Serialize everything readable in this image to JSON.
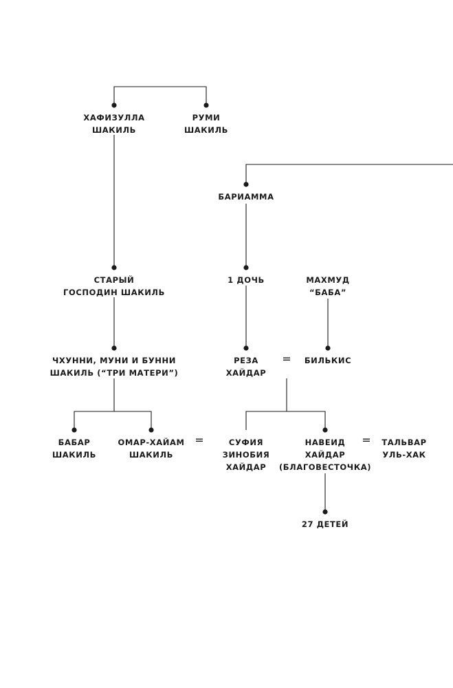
{
  "diagram": {
    "nodes": [
      {
        "id": "hafizulla",
        "lines": [
          "ХАФИЗУЛЛА",
          "ШАКИЛЬ"
        ]
      },
      {
        "id": "rumi",
        "lines": [
          "РУМИ",
          "ШАКИЛЬ"
        ]
      },
      {
        "id": "bariamma",
        "lines": [
          "БАРИАММА"
        ]
      },
      {
        "id": "old-shakil",
        "lines": [
          "СТАРЫЙ",
          "ГОСПОДИН ШАКИЛЬ"
        ]
      },
      {
        "id": "daughter",
        "lines": [
          "1 ДОЧЬ"
        ]
      },
      {
        "id": "mahmud",
        "lines": [
          "МАХМУД",
          "“БАБА”"
        ]
      },
      {
        "id": "three-mothers",
        "lines": [
          "ЧХУННИ, МУНИ И БУННИ",
          "ШАКИЛЬ (“ТРИ МАТЕРИ”)"
        ]
      },
      {
        "id": "reza",
        "lines": [
          "РЕЗА",
          "ХАЙДАР"
        ]
      },
      {
        "id": "bilkis",
        "lines": [
          "БИЛЬКИС"
        ]
      },
      {
        "id": "babar",
        "lines": [
          "БАБАР",
          "ШАКИЛЬ"
        ]
      },
      {
        "id": "omar",
        "lines": [
          "ОМАР-ХАЙАМ",
          "ШАКИЛЬ"
        ]
      },
      {
        "id": "sufiya",
        "lines": [
          "СУФИЯ",
          "ЗИНОБИЯ",
          "ХАЙДАР"
        ]
      },
      {
        "id": "naveed",
        "lines": [
          "НАВЕИД",
          "ХАЙДАР",
          "(БЛАГОВЕСТОЧКА)"
        ]
      },
      {
        "id": "talvar",
        "lines": [
          "ТАЛЬВАР",
          "УЛЬ-ХАК"
        ]
      },
      {
        "id": "children",
        "lines": [
          "27 ДЕТЕЙ"
        ]
      }
    ],
    "marriages": [
      {
        "between": [
          "reza",
          "bilkis"
        ],
        "symbol": "="
      },
      {
        "between": [
          "omar",
          "sufiya"
        ],
        "symbol": "="
      },
      {
        "between": [
          "naveed",
          "talvar"
        ],
        "symbol": "="
      }
    ]
  }
}
